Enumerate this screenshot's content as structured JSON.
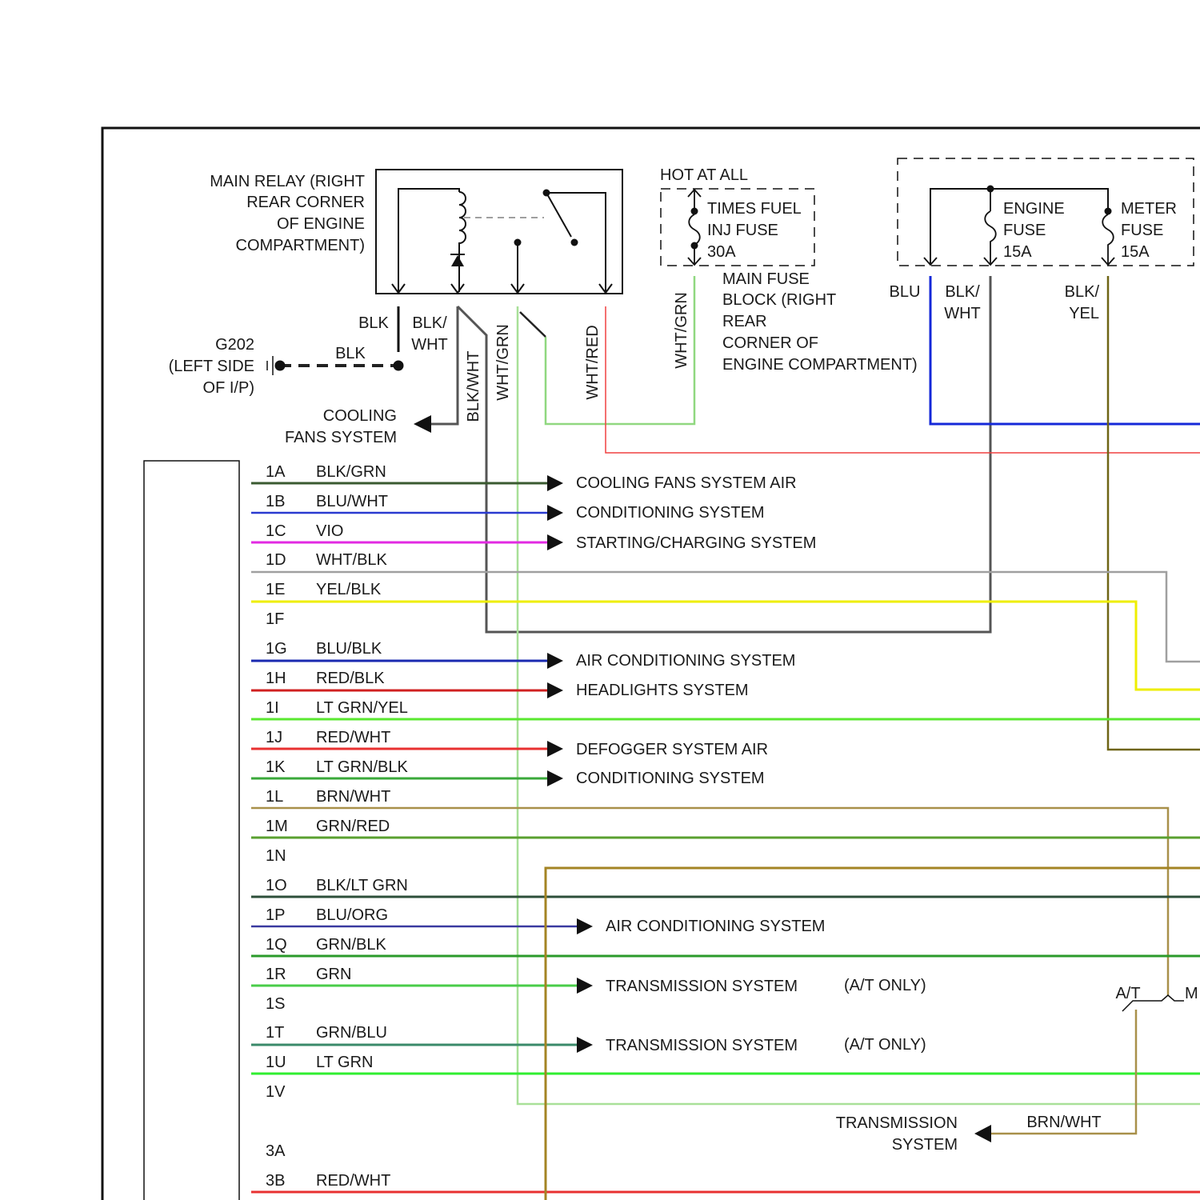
{
  "relay": {
    "label": [
      "MAIN RELAY (RIGHT",
      "REAR CORNER",
      "OF ENGINE",
      "COMPARTMENT)"
    ],
    "wires": {
      "blk": "BLK",
      "blk_wht_top": "BLK/",
      "blk_wht_bottom": "WHT",
      "blk_wht": "BLK/WHT",
      "wht_grn": "WHT/GRN",
      "wht_red": "WHT/RED"
    }
  },
  "ground": {
    "wire": "BLK",
    "id": "G202",
    "location": [
      "(LEFT SIDE",
      "OF I/P)"
    ]
  },
  "cooling_fans": [
    "COOLING",
    "FANS SYSTEM"
  ],
  "fuel_inj_fuse": {
    "hot_label": "HOT AT ALL",
    "label": [
      "TIMES FUEL",
      "INJ FUSE",
      "30A"
    ],
    "wire": "WHT/GRN"
  },
  "main_fuse_block": {
    "label": [
      "MAIN FUSE",
      "BLOCK (RIGHT",
      "REAR",
      "CORNER OF",
      "ENGINE COMPARTMENT)"
    ],
    "engine_fuse": [
      "ENGINE",
      "FUSE",
      "15A"
    ],
    "meter_fuse": [
      "METER",
      "FUSE",
      "15A"
    ],
    "wires": {
      "blu": "BLU",
      "blk_wht": [
        "BLK/",
        "WHT"
      ],
      "blk_yel": [
        "BLK/",
        "YEL"
      ]
    }
  },
  "connector": {
    "pins": [
      {
        "pin": "1A",
        "wire": "BLK/GRN"
      },
      {
        "pin": "1B",
        "wire": "BLU/WHT"
      },
      {
        "pin": "1C",
        "wire": "VIO"
      },
      {
        "pin": "1D",
        "wire": "WHT/BLK"
      },
      {
        "pin": "1E",
        "wire": "YEL/BLK"
      },
      {
        "pin": "1F"
      },
      {
        "pin": "1G",
        "wire": "BLU/BLK"
      },
      {
        "pin": "1H",
        "wire": "RED/BLK"
      },
      {
        "pin": "1I",
        "wire": "LT GRN/YEL"
      },
      {
        "pin": "1J",
        "wire": "RED/WHT"
      },
      {
        "pin": "1K",
        "wire": "LT GRN/BLK"
      },
      {
        "pin": "1L",
        "wire": "BRN/WHT"
      },
      {
        "pin": "1M",
        "wire": "GRN/RED"
      },
      {
        "pin": "1N"
      },
      {
        "pin": "1O",
        "wire": "BLK/LT GRN"
      },
      {
        "pin": "1P",
        "wire": "BLU/ORG"
      },
      {
        "pin": "1Q",
        "wire": "GRN/BLK"
      },
      {
        "pin": "1R",
        "wire": "GRN"
      },
      {
        "pin": "1S"
      },
      {
        "pin": "1T",
        "wire": "GRN/BLU"
      },
      {
        "pin": "1U",
        "wire": "LT GRN"
      },
      {
        "pin": "1V"
      },
      {
        "pin": "3A"
      },
      {
        "pin": "3B",
        "wire": "RED/WHT"
      }
    ]
  },
  "destinations": [
    {
      "label": "COOLING FANS SYSTEM AIR"
    },
    {
      "label": "CONDITIONING SYSTEM"
    },
    {
      "label": "STARTING/CHARGING SYSTEM"
    },
    {
      "label": "AIR CONDITIONING SYSTEM"
    },
    {
      "label": "HEADLIGHTS SYSTEM"
    },
    {
      "label": "DEFOGGER SYSTEM AIR"
    },
    {
      "label": "CONDITIONING SYSTEM"
    },
    {
      "label": "AIR CONDITIONING SYSTEM"
    },
    {
      "label": "TRANSMISSION SYSTEM",
      "note": "(A/T ONLY)"
    },
    {
      "label": "TRANSMISSION SYSTEM",
      "note": "(A/T ONLY)"
    }
  ],
  "transmission_switch": {
    "at_label": "A/T",
    "mt_label": "M",
    "wire": "BRN/WHT",
    "destination": [
      "TRANSMISSION",
      "SYSTEM"
    ]
  }
}
